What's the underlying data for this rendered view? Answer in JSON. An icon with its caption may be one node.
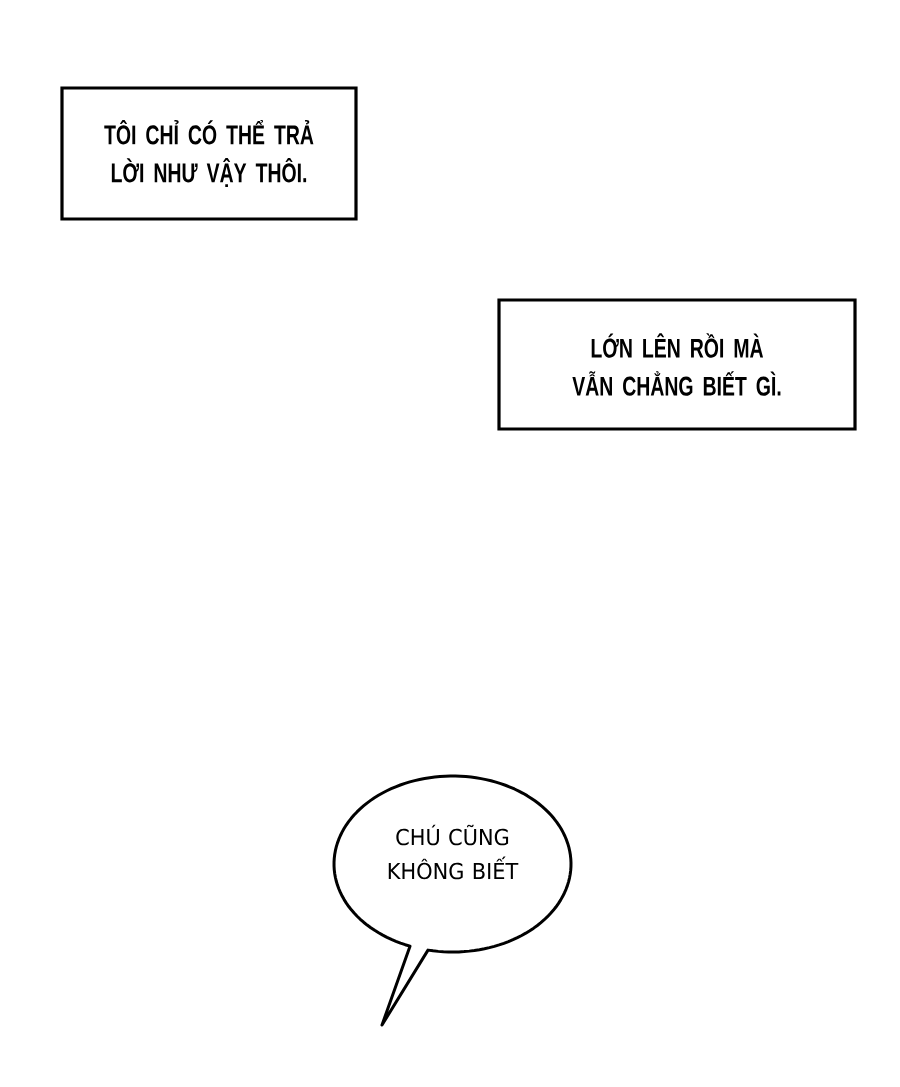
{
  "diagram": {
    "nodes": [
      {
        "text": [
          "TÔI CHỈ CÓ THỂ TRẢ LỜI NHƯ VẬY THÔI."
        ]
      },
      {
        "text": [
          "LỚN LÊN RỒI MÀ VẪN CHẲNG BIẾT GÌ."
        ]
      },
      {
        "text": [
          "CHÚ CŨNG KHÔNG BIẾT"
        ]
      }
    ]
  }
}
